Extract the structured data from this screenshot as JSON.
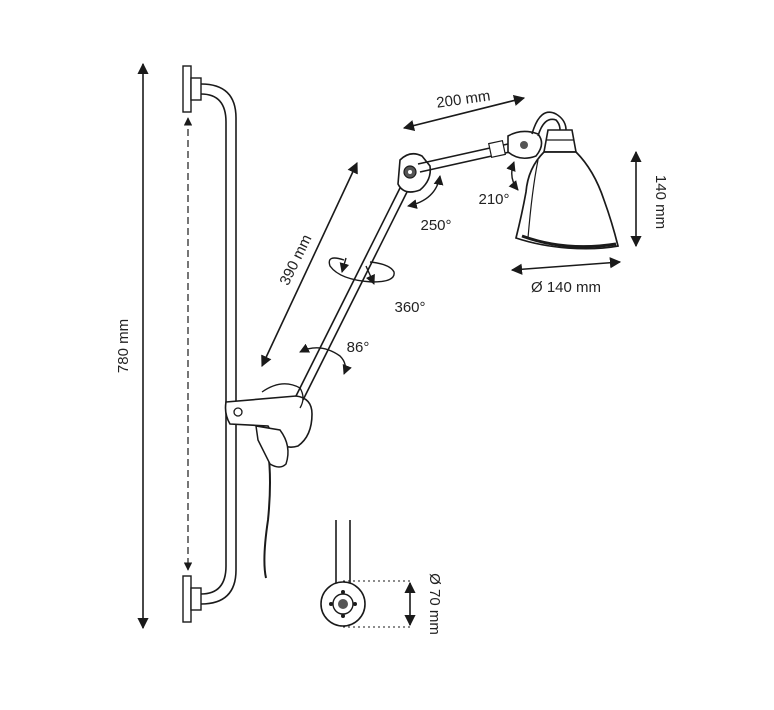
{
  "diagram": {
    "labels": {
      "height_total": "780 mm",
      "arm_upper": "390 mm",
      "arm_lower": "200 mm",
      "shade_height": "140 mm",
      "shade_diameter": "Ø 140 mm",
      "base_diameter": "Ø 70 mm",
      "angle_shade": "210°",
      "angle_elbow": "250°",
      "angle_rotation": "360°",
      "angle_base": "86°"
    },
    "colors": {
      "line": "#1a1a1a",
      "background": "#ffffff",
      "chrome_dark": "#555555"
    }
  }
}
